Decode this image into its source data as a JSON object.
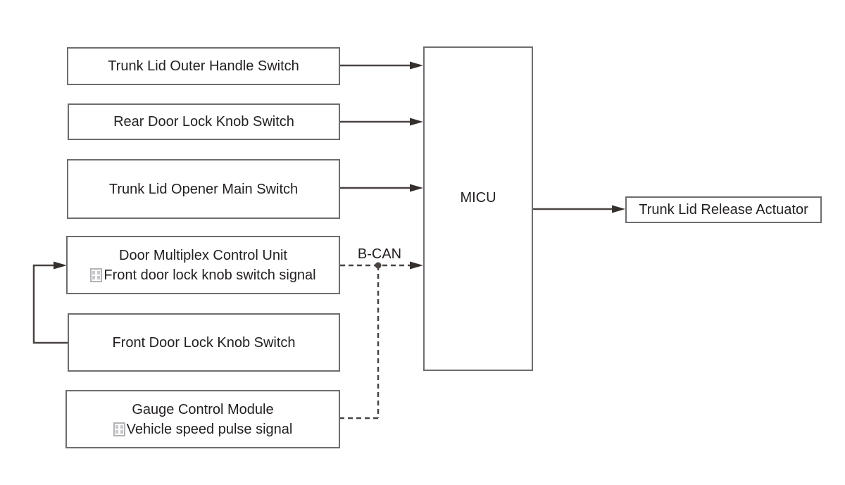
{
  "diagram": {
    "nodes": {
      "trunk_lid_outer_handle_switch": {
        "label": "Trunk Lid Outer Handle Switch"
      },
      "rear_door_lock_knob_switch": {
        "label": "Rear Door Lock Knob Switch"
      },
      "trunk_lid_opener_main_switch": {
        "label": "Trunk Lid Opener Main Switch"
      },
      "door_multiplex_control_unit": {
        "label": "Door Multiplex Control Unit",
        "signal": "Front door lock knob switch signal"
      },
      "front_door_lock_knob_switch": {
        "label": "Front Door Lock Knob Switch"
      },
      "gauge_control_module": {
        "label": "Gauge Control Module",
        "signal": "Vehicle speed pulse signal"
      },
      "micu": {
        "label": "MICU"
      },
      "trunk_lid_release_actuator": {
        "label": "Trunk Lid Release Actuator"
      }
    },
    "labels": {
      "bus": "B-CAN"
    },
    "colors": {
      "box_border": "#6f6c71",
      "text": "#231f20",
      "line": "#494442",
      "arrowhead": "#35302d",
      "missing_glyph": "#b5b3b7",
      "missing_glyph_fill": "#c9c7cb"
    }
  }
}
